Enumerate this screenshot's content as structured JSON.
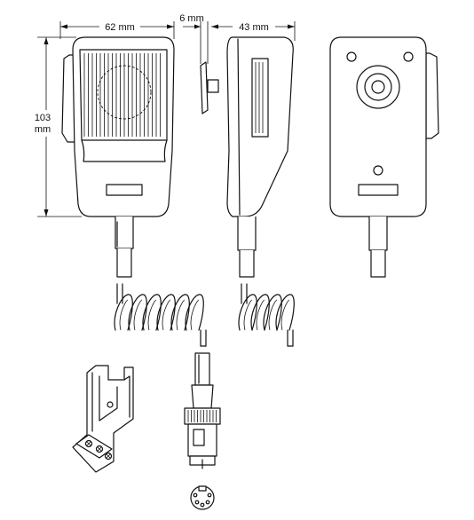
{
  "dimensions": {
    "width": "62 mm",
    "thickness": "6 mm",
    "depth": "43 mm",
    "height_value": "103",
    "height_unit": "mm"
  }
}
